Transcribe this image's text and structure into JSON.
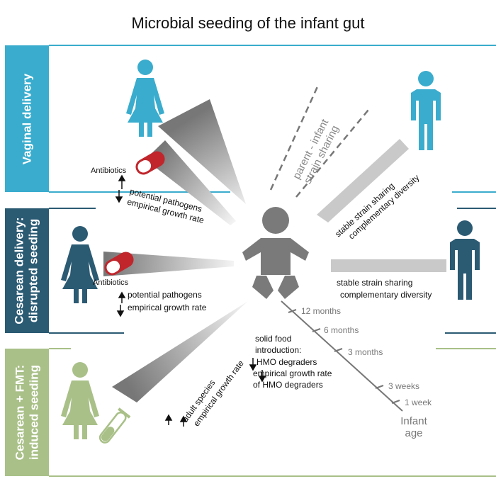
{
  "title": "Microbial seeding of the infant gut",
  "sections": {
    "vaginal": {
      "label": "Vaginal delivery",
      "color": "#3aaccd"
    },
    "cesarean": {
      "label_line1": "Cesarean delivery:",
      "label_line2": "disrupted seeding",
      "color": "#2b5a73"
    },
    "fmt": {
      "label_line1": "Cesarean + FMT:",
      "label_line2": "induced seeding",
      "color": "#a9c088"
    }
  },
  "labels": {
    "parent_sharing_line1": "parent - infant",
    "parent_sharing_line2": "strain sharing",
    "stable_sharing_1": "stable strain sharing",
    "complementary_1": "complementary diversity",
    "stable_sharing_2": "stable strain sharing",
    "complementary_2": "complementary diversity",
    "antibiotics_1": "Antibiotics",
    "antibiotics_2": "Antibiotics",
    "pathogens_1": "potential pathogens",
    "growth_rate_1": "empirical growth rate",
    "pathogens_2": "potential pathogens",
    "growth_rate_2": "empirical growth rate",
    "adult_species": "adult species",
    "growth_rate_3": "empirical growth rate",
    "solid_food_1": "solid food",
    "solid_food_2": "introduction:",
    "hmo_degraders": "HMO degraders",
    "growth_rate_hmo_1": "empirical growth rate",
    "growth_rate_hmo_2": "of HMO degraders"
  },
  "timeline": {
    "points": [
      "12 months",
      "6 months",
      "3 months",
      "3 weeks",
      "1 week"
    ],
    "axis_label_line1": "Infant",
    "axis_label_line2": "age"
  },
  "colors": {
    "gray_dark": "#808080",
    "gray_light": "#c9c9c9",
    "infant": "#7a7a7a",
    "pill_red": "#c0262c"
  }
}
